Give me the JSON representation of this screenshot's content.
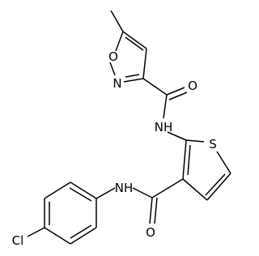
{
  "structure": {
    "atom_labels": {
      "ring_oxygen": "O",
      "ring_nitrogen": "N",
      "carbonyl_oxygen_upper": "O",
      "amide_nh_upper": "NH",
      "sulfur": "S",
      "amide_nh_lower": "NH",
      "carbonyl_oxygen_lower": "O",
      "chlorine": "Cl"
    },
    "colors": {
      "bond": "#000000",
      "label": "#000000",
      "background": "#ffffff"
    }
  }
}
